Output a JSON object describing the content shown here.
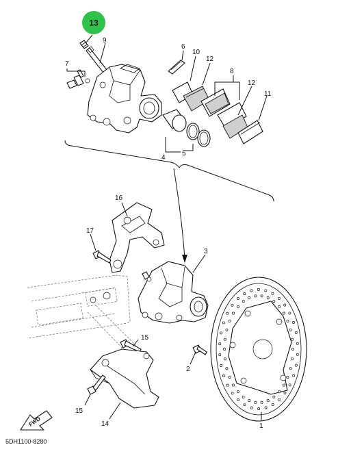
{
  "highlight": {
    "label": "13",
    "color": "#2ec24a"
  },
  "callouts": {
    "c1": "1",
    "c2": "2",
    "c3": "3",
    "c4": "4",
    "c5": "5",
    "c6": "6",
    "c7": "7",
    "c8": "8",
    "c9": "9",
    "c10": "10",
    "c11": "11",
    "c12a": "12",
    "c12b": "12",
    "c14": "14",
    "c15a": "15",
    "c15b": "15",
    "c16": "16",
    "c17": "17"
  },
  "direction_badge": {
    "label": "FWD",
    "icon": "forward-arrow-icon"
  },
  "diagram_code": "5DH1100-8280"
}
